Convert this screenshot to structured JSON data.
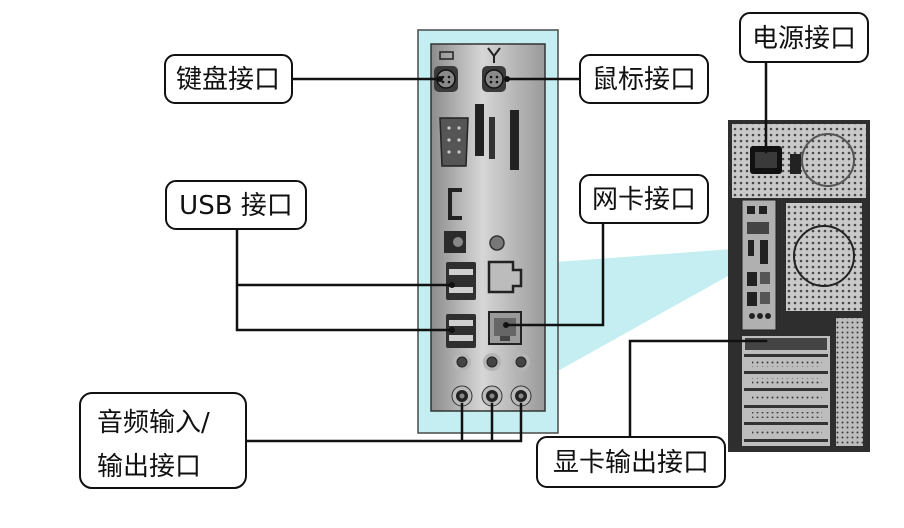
{
  "labels": {
    "keyboard": "键盘接口",
    "mouse": "鼠标接口",
    "power": "电源接口",
    "usb": "USB 接口",
    "network": "网卡接口",
    "audio": {
      "line1": "音频输入/",
      "line2": "输出接口"
    },
    "graphics": "显卡输出接口"
  }
}
